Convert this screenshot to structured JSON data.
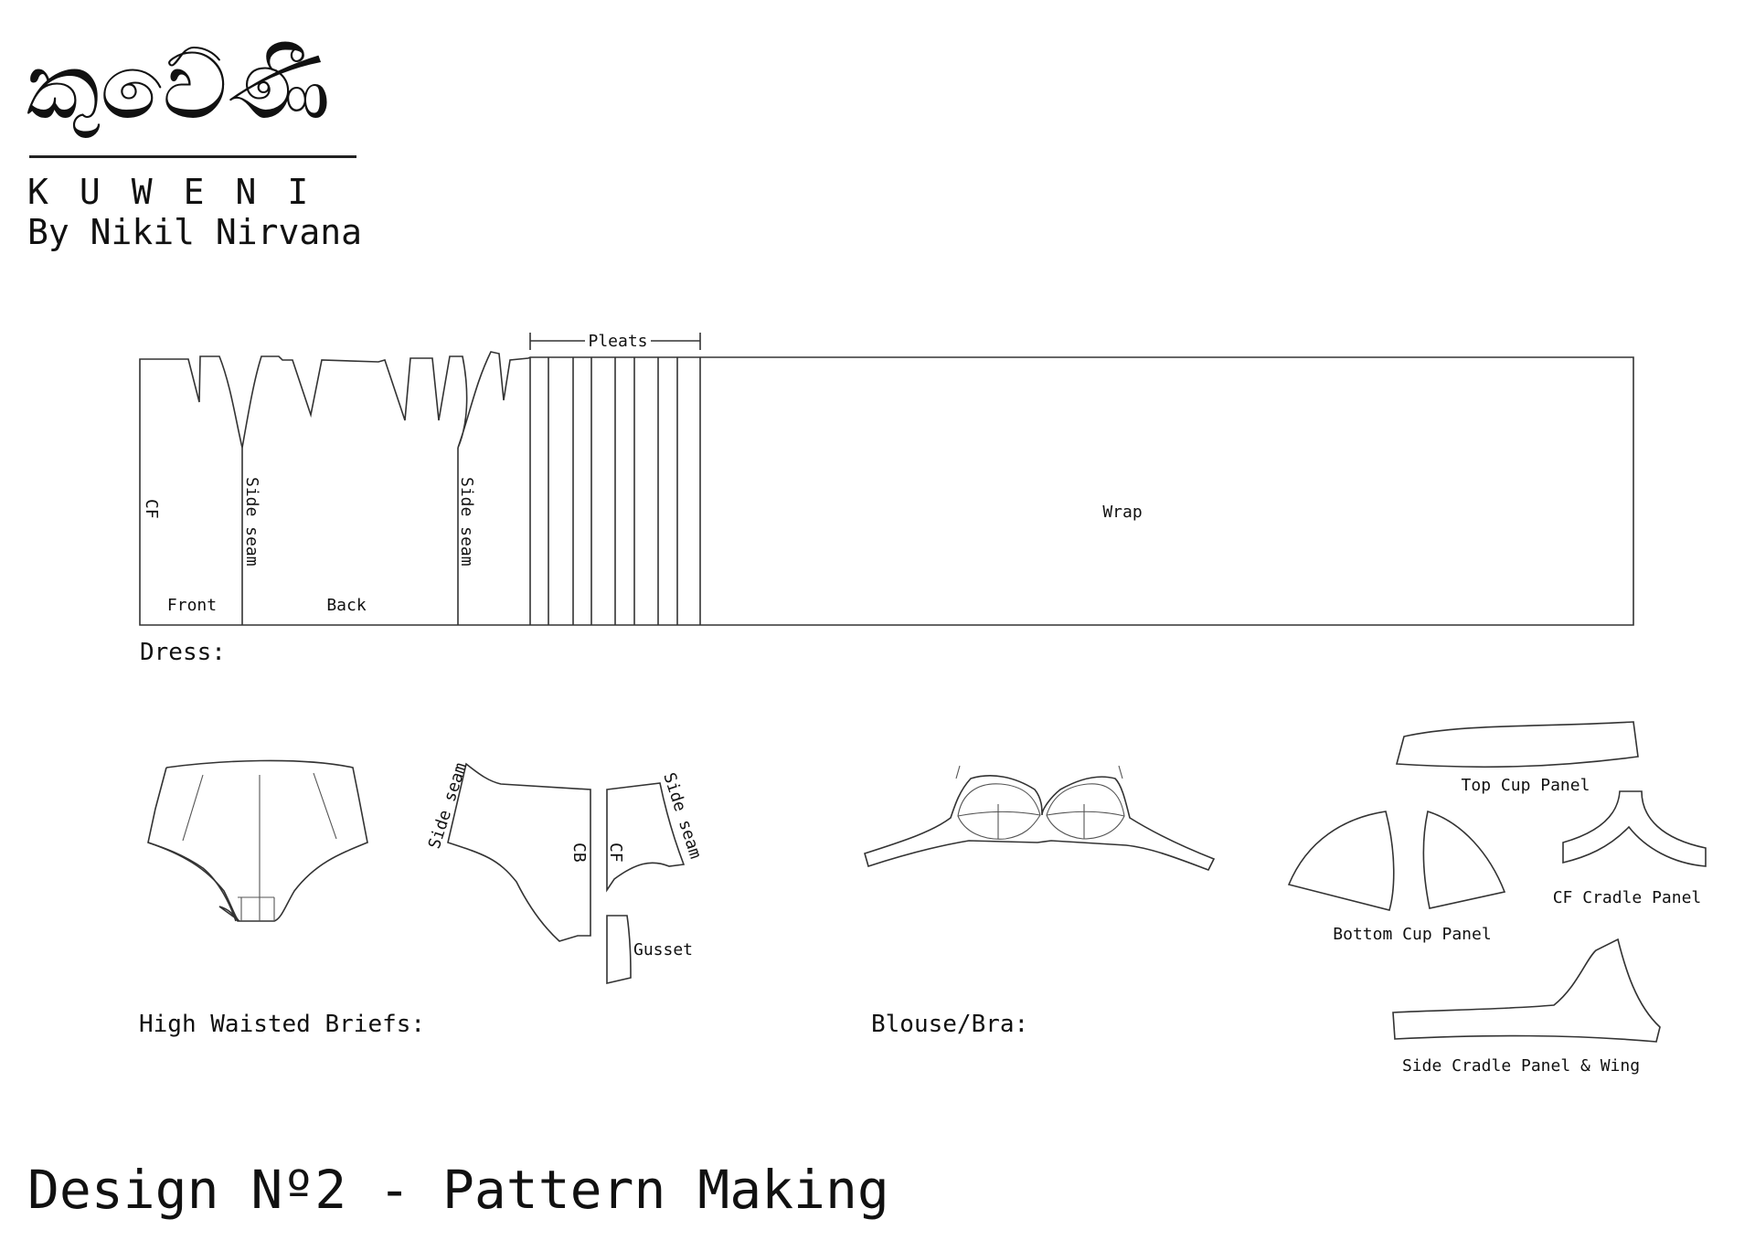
{
  "header": {
    "logo_script": "කුවේණී",
    "brand_name": "KUWENI",
    "byline": "By Nikil Nirvana"
  },
  "dress": {
    "section_label": "Dress:",
    "pleats_label": "Pleats",
    "cf_label": "CF",
    "side_seam_label_1": "Side seam",
    "side_seam_label_2": "Side seam",
    "front_label": "Front",
    "back_label": "Back",
    "wrap_label": "Wrap"
  },
  "briefs": {
    "section_label": "High Waisted Briefs:",
    "side_seam_left": "Side seam",
    "side_seam_right": "Side seam",
    "cb_label": "CB",
    "cf_label": "CF",
    "gusset_label": "Gusset"
  },
  "bra": {
    "section_label": "Blouse/Bra:",
    "top_cup_label": "Top Cup Panel",
    "cf_cradle_label": "CF Cradle Panel",
    "bottom_cup_label": "Bottom Cup Panel",
    "side_cradle_label": "Side Cradle Panel & Wing"
  },
  "footer": {
    "title": "Design Nº2 - Pattern Making"
  }
}
